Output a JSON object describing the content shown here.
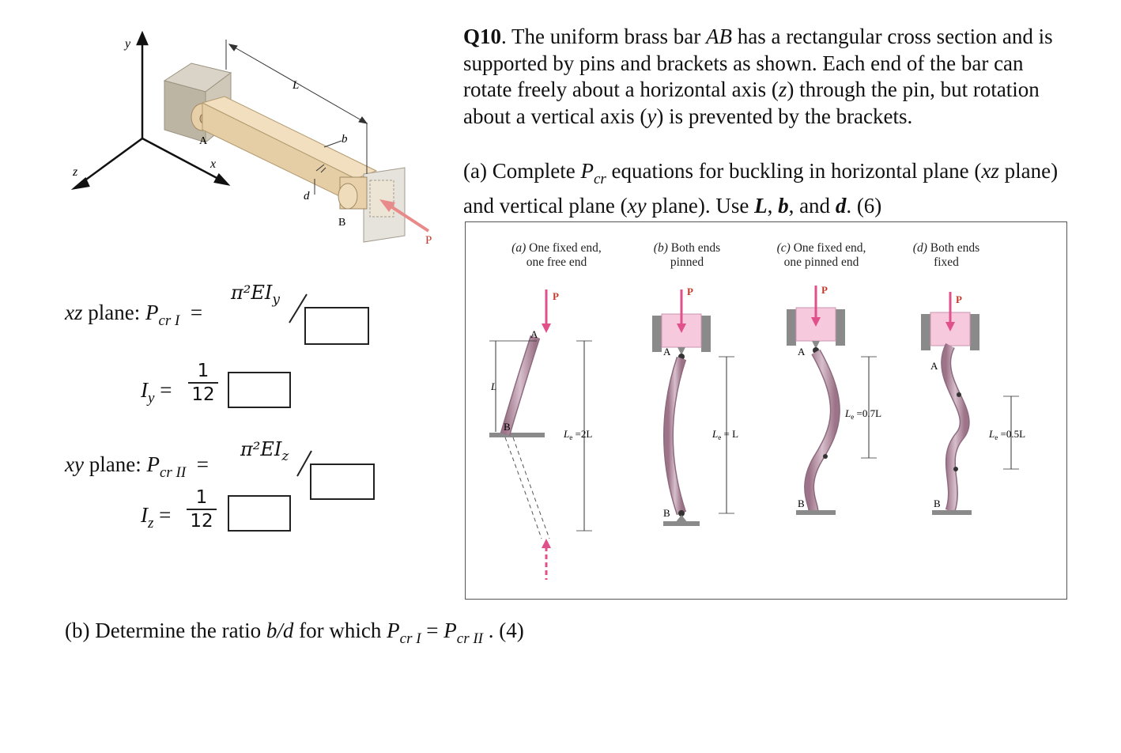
{
  "question": {
    "number": "Q10",
    "text_1": ". The uniform brass bar ",
    "bar_name": "AB",
    "text_2": " has a rectangular cross section and is supported by pins and brackets as shown. Each end of the bar can rotate freely about a horizontal axis (",
    "axis_z": "z",
    "text_3": ") through the pin, but rotation about a vertical axis (",
    "axis_y": "y",
    "text_4": ") is prevented by the brackets."
  },
  "part_a": {
    "prefix": "(a) Complete ",
    "p_symbol": "P",
    "p_sub": "cr",
    "text_1": " equations for buckling in horizontal plane (",
    "plane_xz": "xz",
    "text_2": " plane) and vertical plane (",
    "plane_xy": "xy",
    "text_3": " plane). Use ",
    "var_L": "L",
    "sep1": ", ",
    "var_b": "b",
    "sep2": ", and ",
    "var_d": "d",
    "suffix": ". (6)"
  },
  "part_b": {
    "prefix": "(b) Determine the ratio ",
    "ratio": "b/d",
    "text_1": " for which ",
    "p1": "P",
    "p1_sub": "cr I",
    "equals": " = ",
    "p2": "P",
    "p2_sub": "cr II",
    "suffix": " . (4)"
  },
  "equations": {
    "xz_plane_label": "xz",
    "xz_plane_word": " plane: ",
    "P": "P",
    "cr_I": "cr I",
    "cr_II": "cr II",
    "equals": "=",
    "numerator_I": "π²EI",
    "numerator_I_sub": "y",
    "numerator_II": "π²EI",
    "numerator_II_sub": "z",
    "I_y": "I",
    "I_y_sub": "y",
    "I_z": "I",
    "I_z_sub": "z",
    "frac_num": "1",
    "frac_den": "12",
    "xy_plane_label": "xy",
    "xy_plane_word": " plane: "
  },
  "bar_figure": {
    "axis_y": "y",
    "axis_z": "z",
    "axis_x": "x",
    "label_A": "A",
    "label_B": "B",
    "label_L": "L",
    "label_b": "b",
    "label_d": "d",
    "label_P": "P"
  },
  "cases": [
    {
      "caption_letter": "(a)",
      "caption_text": "One fixed end,",
      "caption_text2": "one free end",
      "load": "P",
      "top_label": "A",
      "bottom_label": "B",
      "length_label": "L",
      "le_label": "L",
      "le_sub": "e",
      "le_value": " =2L"
    },
    {
      "caption_letter": "(b)",
      "caption_text": "Both ends",
      "caption_text2": "pinned",
      "load": "P",
      "top_label": "A",
      "bottom_label": "B",
      "le_label": "L",
      "le_sub": "e",
      "le_value": " = L"
    },
    {
      "caption_letter": "(c)",
      "caption_text": "One fixed end,",
      "caption_text2": "one pinned end",
      "load": "P",
      "top_label": "A",
      "bottom_label": "B",
      "le_label": "L",
      "le_sub": "e",
      "le_value": " =0.7L"
    },
    {
      "caption_letter": "(d)",
      "caption_text": "Both ends",
      "caption_text2": "fixed",
      "load": "P",
      "top_label": "A",
      "bottom_label": "B",
      "le_label": "L",
      "le_sub": "e",
      "le_value": " =0.5L"
    }
  ],
  "colors": {
    "bar": "#e8d2ad",
    "bracket": "#cfc9bd",
    "load_arrow": "#e8508a",
    "column": "#b893a8",
    "pink_block": "#f6c9dd",
    "ground": "#8a8a8a"
  }
}
